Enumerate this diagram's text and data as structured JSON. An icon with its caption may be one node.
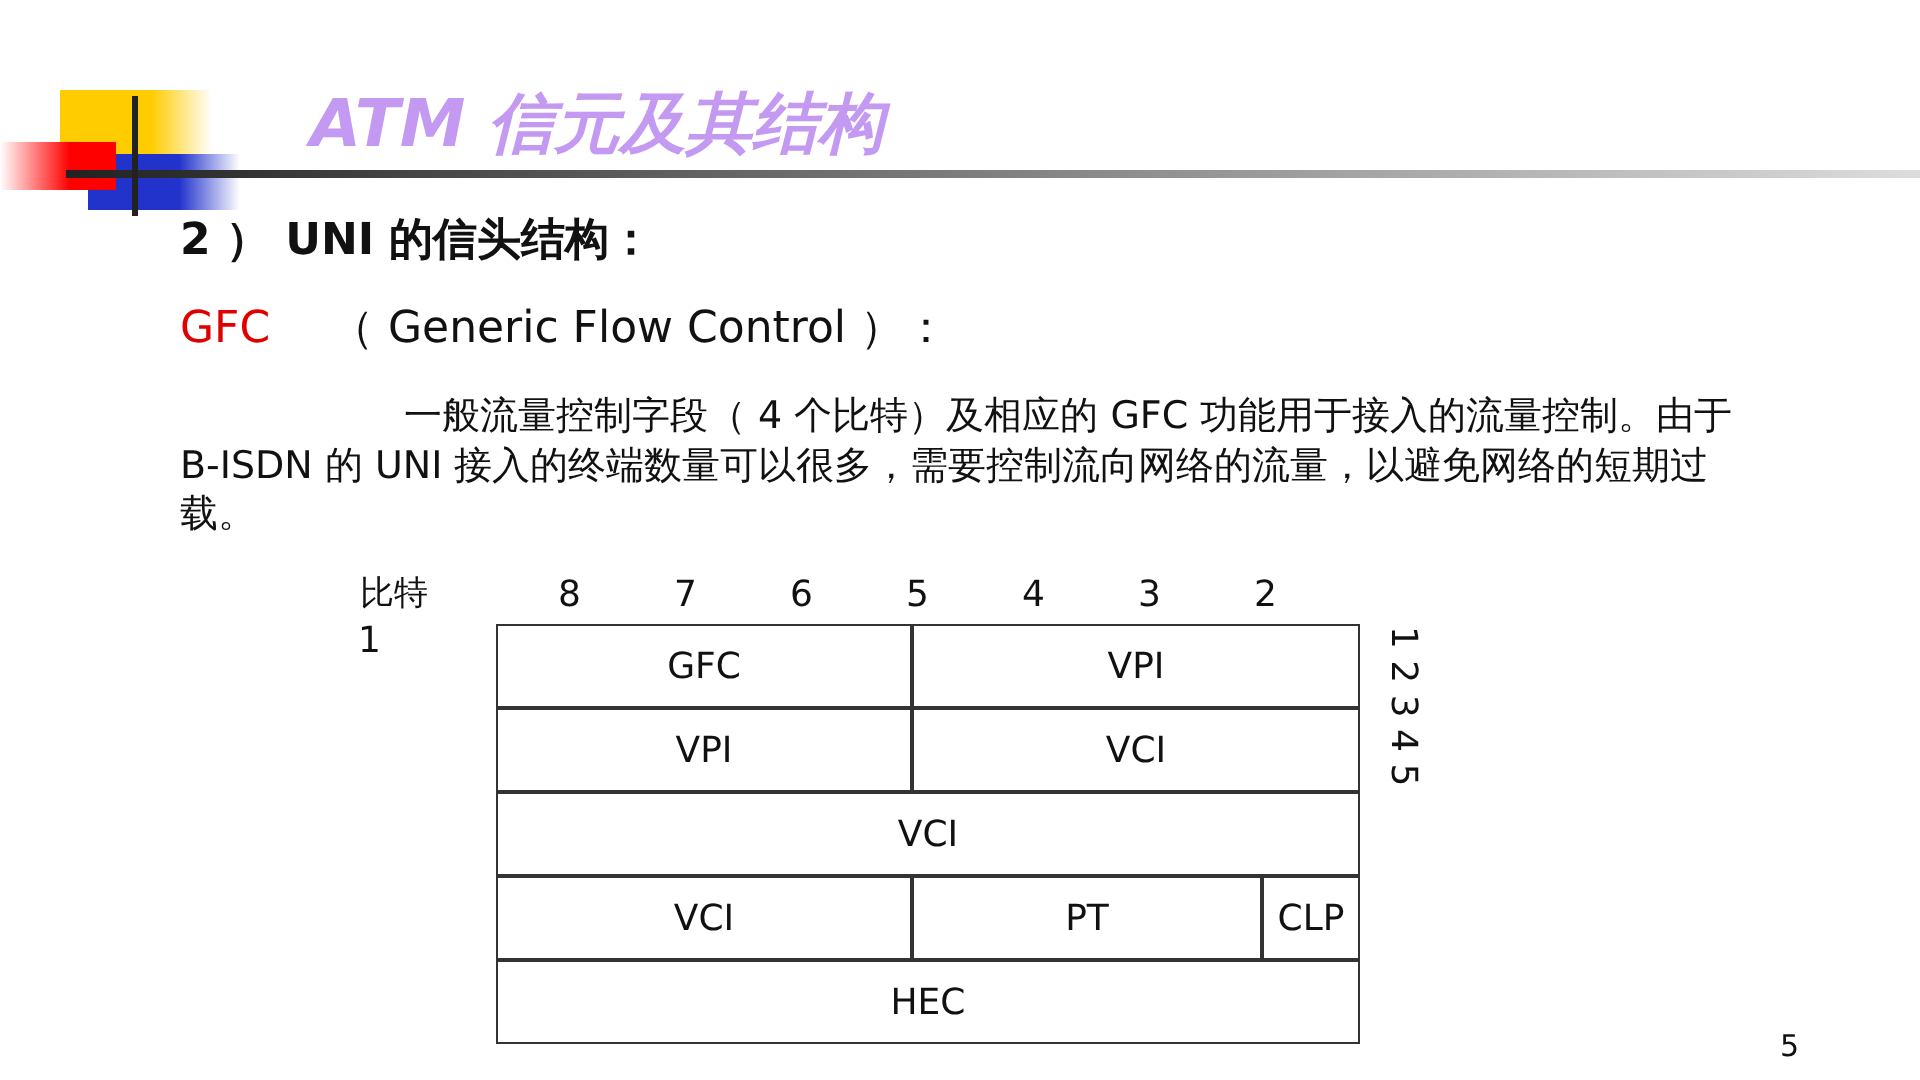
{
  "diagram": {
    "title": "ATM 信元及其结构",
    "nodes": [
      {
        "text": [
          "GFC"
        ]
      },
      {
        "text": [
          "VPI"
        ]
      },
      {
        "text": [
          "VPI"
        ]
      },
      {
        "text": [
          "VCI"
        ]
      },
      {
        "text": [
          "VCI"
        ]
      },
      {
        "text": [
          "VCI"
        ]
      },
      {
        "text": [
          "PT"
        ]
      },
      {
        "text": [
          "CLP"
        ]
      },
      {
        "text": [
          "HEC"
        ]
      }
    ],
    "labels": [
      "2 ） UNI 的信头结构：",
      "GFC",
      "（ Generic Flow Control ）：",
      "一般流量控制字段（ 4 个比特）及相应的 GFC 功能用于接入的流量控制。由于 B-ISDN 的 UNI 接入的终端数量可以很多，需要控制流向网络的流量，以避免网络的短期过载。",
      "比特",
      "8",
      "7",
      "6",
      "5",
      "4",
      "3",
      "2",
      "1",
      "1 2 3 4 5",
      "5"
    ]
  }
}
